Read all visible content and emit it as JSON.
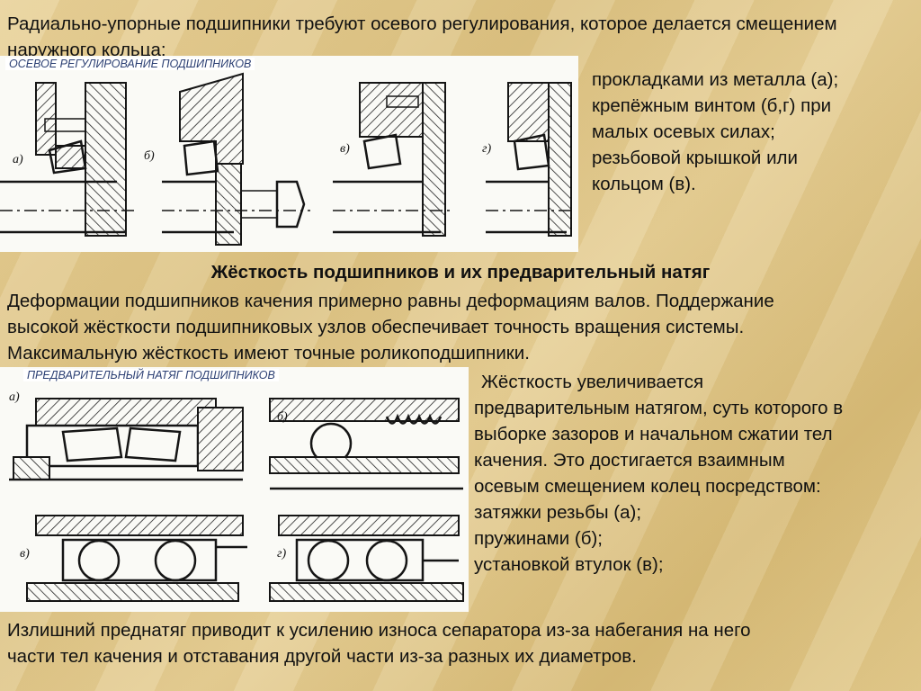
{
  "intro": "Радиально-упорные подшипники требуют осевого регулирования, которое делается смещением наружного кольца:",
  "figure1": {
    "caption": "ОСЕВОЕ РЕГУЛИРОВАНИЕ ПОДШИПНИКОВ",
    "labels": [
      "а)",
      "б)",
      "в)",
      "г)"
    ]
  },
  "methods": [
    "прокладками из металла (а);",
    "крепёжным винтом (б,г) при",
    "малых осевых силах;",
    "резьбовой крышкой или",
    "кольцом (в)."
  ],
  "heading": "Жёсткость подшипников и их предварительный натяг",
  "paragraph": [
    "Деформации подшипников качения примерно равны деформациям валов. Поддержание",
    "высокой жёсткости подшипниковых узлов обеспечивает точность вращения системы.",
    "Максимальную жёсткость имеют точные роликоподшипники."
  ],
  "figure2": {
    "caption": "ПРЕДВАРИТЕЛЬНЫЙ  НАТЯГ ПОДШИПНИКОВ",
    "labels": [
      "а)",
      "б)",
      "в)",
      "г)"
    ]
  },
  "preload": [
    "Жёсткость увеличивается",
    "предварительным натягом, суть которого в",
    "выборке зазоров и начальном сжатии тел",
    "качения. Это достигается взаимным",
    "осевым смещением колец посредством:",
    "затяжки резьбы (а);",
    "пружинами (б);",
    "установкой втулок (в);"
  ],
  "conclusion": [
    "Излишний преднатяг  приводит к усилению износа сепаратора из-за набегания на него",
    "части тел качения и отставания другой части из-за  разных их диаметров."
  ]
}
